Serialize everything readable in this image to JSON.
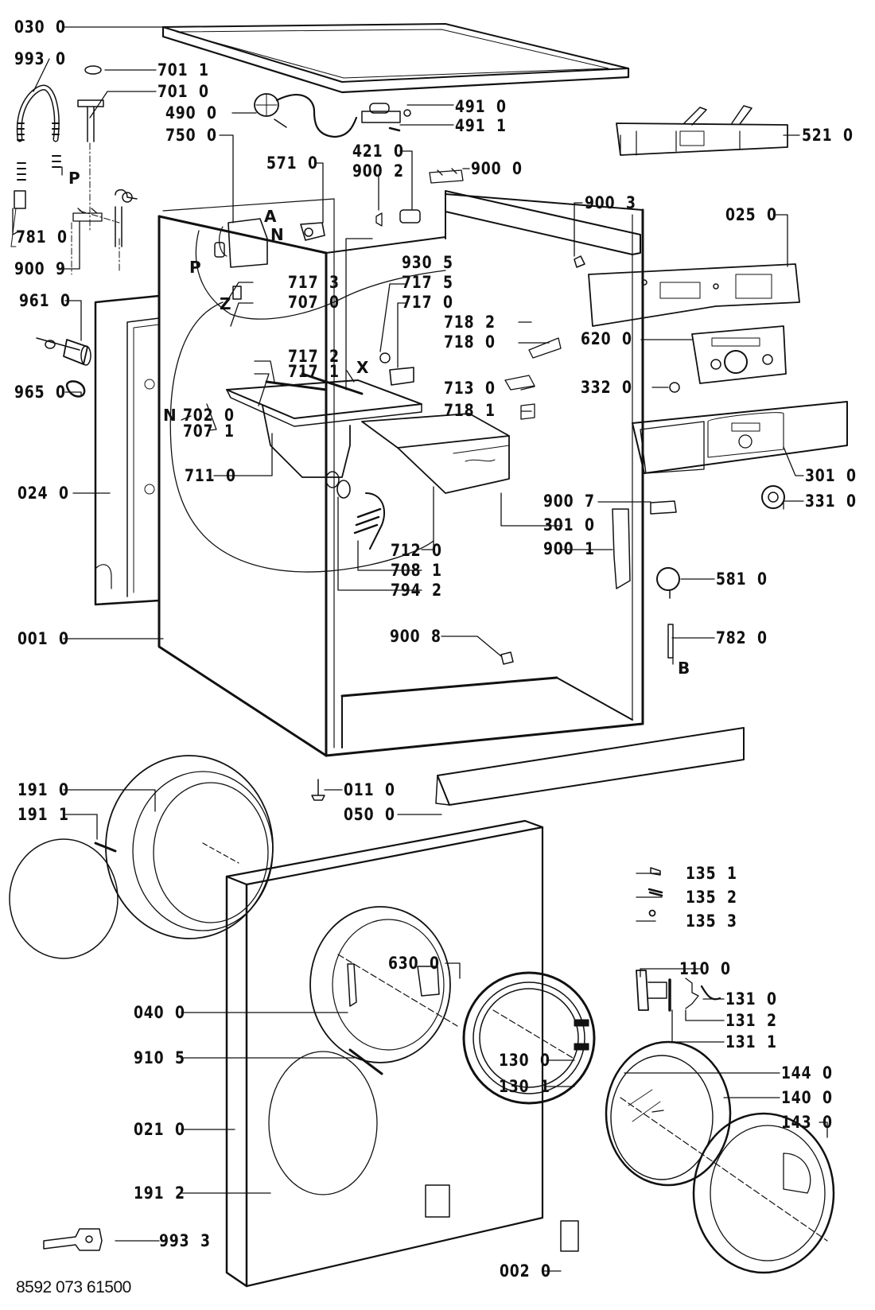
{
  "diagram": {
    "title": "Washing machine exploded parts diagram",
    "document_code": "8592 073 61500",
    "labels": [
      {
        "id": "030-0",
        "text": "030  0"
      },
      {
        "id": "993-0",
        "text": "993  0"
      },
      {
        "id": "701-1",
        "text": "701  1"
      },
      {
        "id": "701-0",
        "text": "701  0"
      },
      {
        "id": "490-0",
        "text": "490  0"
      },
      {
        "id": "491-0",
        "text": "491  0"
      },
      {
        "id": "491-1",
        "text": "491  1"
      },
      {
        "id": "750-0",
        "text": "750  0"
      },
      {
        "id": "571-0",
        "text": "571  0"
      },
      {
        "id": "421-0",
        "text": "421  0"
      },
      {
        "id": "900-2",
        "text": "900  2"
      },
      {
        "id": "900-0",
        "text": "900  0"
      },
      {
        "id": "521-0",
        "text": "521  0"
      },
      {
        "id": "900-3",
        "text": "900  3"
      },
      {
        "id": "025-0",
        "text": "025  0"
      },
      {
        "id": "781-0",
        "text": "781  0"
      },
      {
        "id": "900-9",
        "text": "900  9"
      },
      {
        "id": "961-0",
        "text": "961  0"
      },
      {
        "id": "965-0",
        "text": "965  0"
      },
      {
        "id": "930-5",
        "text": "930  5"
      },
      {
        "id": "717-3",
        "text": "717  3"
      },
      {
        "id": "707-0",
        "text": "707  0"
      },
      {
        "id": "717-5",
        "text": "717  5"
      },
      {
        "id": "717-0",
        "text": "717  0"
      },
      {
        "id": "718-2",
        "text": "718  2"
      },
      {
        "id": "718-0",
        "text": "718  0"
      },
      {
        "id": "717-2",
        "text": "717  2"
      },
      {
        "id": "717-1",
        "text": "717  1"
      },
      {
        "id": "713-0",
        "text": "713  0"
      },
      {
        "id": "718-1",
        "text": "718  1"
      },
      {
        "id": "620-0",
        "text": "620  0"
      },
      {
        "id": "332-0",
        "text": "332  0"
      },
      {
        "id": "702-0",
        "text": "702  0"
      },
      {
        "id": "707-1",
        "text": "707  1"
      },
      {
        "id": "711-0",
        "text": "711  0"
      },
      {
        "id": "301-0-a",
        "text": "301  0"
      },
      {
        "id": "331-0",
        "text": "331  0"
      },
      {
        "id": "024-0",
        "text": "024  0"
      },
      {
        "id": "900-7",
        "text": "900  7"
      },
      {
        "id": "301-0-b",
        "text": "301  0"
      },
      {
        "id": "900-1",
        "text": "900  1"
      },
      {
        "id": "712-0",
        "text": "712  0"
      },
      {
        "id": "708-1",
        "text": "708  1"
      },
      {
        "id": "794-2",
        "text": "794  2"
      },
      {
        "id": "581-0",
        "text": "581  0"
      },
      {
        "id": "001-0",
        "text": "001  0"
      },
      {
        "id": "782-0",
        "text": "782  0"
      },
      {
        "id": "900-8",
        "text": "900  8"
      },
      {
        "id": "191-0",
        "text": "191  0"
      },
      {
        "id": "191-1",
        "text": "191  1"
      },
      {
        "id": "011-0",
        "text": "011  0"
      },
      {
        "id": "050-0",
        "text": "050  0"
      },
      {
        "id": "135-1",
        "text": "135  1"
      },
      {
        "id": "135-2",
        "text": "135  2"
      },
      {
        "id": "135-3",
        "text": "135  3"
      },
      {
        "id": "630-0",
        "text": "630  0"
      },
      {
        "id": "110-0",
        "text": "110  0"
      },
      {
        "id": "040-0",
        "text": "040  0"
      },
      {
        "id": "131-0",
        "text": "131  0"
      },
      {
        "id": "131-2",
        "text": "131  2"
      },
      {
        "id": "131-1",
        "text": "131  1"
      },
      {
        "id": "910-5",
        "text": "910  5"
      },
      {
        "id": "130-0",
        "text": "130  0"
      },
      {
        "id": "144-0",
        "text": "144  0"
      },
      {
        "id": "130-1",
        "text": "130  1"
      },
      {
        "id": "140-0",
        "text": "140  0"
      },
      {
        "id": "021-0",
        "text": "021  0"
      },
      {
        "id": "143-0",
        "text": "143  0"
      },
      {
        "id": "191-2",
        "text": "191  2"
      },
      {
        "id": "993-3",
        "text": "993  3"
      },
      {
        "id": "002-0",
        "text": "002  0"
      }
    ],
    "markers": {
      "P1": "P",
      "P2": "P",
      "A": "A",
      "N1": "N",
      "N2": "N",
      "Z": "Z",
      "X": "X",
      "B": "B"
    }
  }
}
